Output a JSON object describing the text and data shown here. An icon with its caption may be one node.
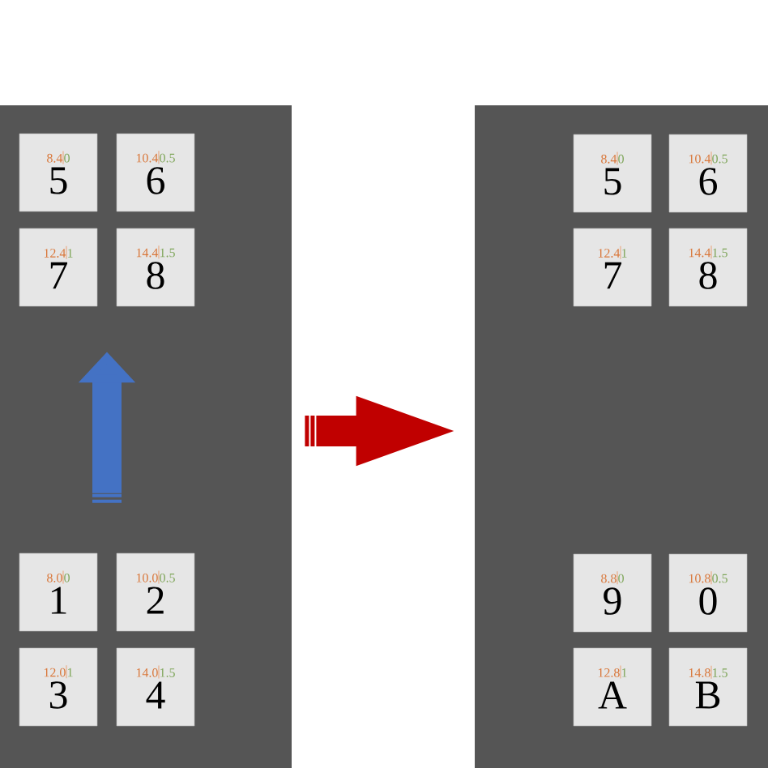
{
  "diagram": {
    "nodes": [
      {
        "text": [],
        "shape": "box"
      },
      {
        "text": [
          "8.4",
          "0",
          "5"
        ],
        "in": 0
      },
      {
        "text": [
          "10.4",
          "0.5",
          "6"
        ],
        "in": 0
      },
      {
        "text": [
          "12.4",
          "1",
          "7"
        ],
        "in": 0
      },
      {
        "text": [
          "14.4",
          "1.5",
          "8"
        ],
        "in": 0
      },
      {
        "text": [
          "8.0",
          "0",
          "1"
        ],
        "in": 0
      },
      {
        "text": [
          "10.0",
          "0.5",
          "2"
        ],
        "in": 0
      },
      {
        "text": [
          "12.0",
          "1",
          "3"
        ],
        "in": 0
      },
      {
        "text": [
          "14.0",
          "1.5",
          "4"
        ],
        "in": 0
      },
      {
        "text": [],
        "shape": "box"
      },
      {
        "text": [
          "8.4",
          "0",
          "5"
        ],
        "in": 9
      },
      {
        "text": [
          "10.4",
          "0.5",
          "6"
        ],
        "in": 9
      },
      {
        "text": [
          "12.4",
          "1",
          "7"
        ],
        "in": 9
      },
      {
        "text": [
          "14.4",
          "1.5",
          "8"
        ],
        "in": 9
      },
      {
        "text": [
          "8.8",
          "0",
          "9"
        ],
        "in": 9
      },
      {
        "text": [
          "10.8",
          "0.5",
          "0"
        ],
        "in": 9
      },
      {
        "text": [
          "12.8",
          "1",
          "A"
        ],
        "in": 9
      },
      {
        "text": [
          "14.8",
          "1.5",
          "B"
        ],
        "in": 9
      }
    ],
    "edges": [
      {
        "from": 5,
        "to": 3,
        "arrow": "to",
        "color": "#4472c4"
      },
      {
        "from": 0,
        "to": 9,
        "arrow": "to",
        "color": "#c00000"
      }
    ]
  }
}
